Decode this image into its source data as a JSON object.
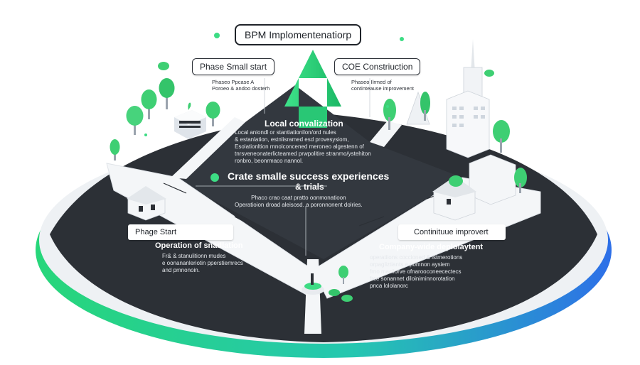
{
  "title": "BPM Implomentenatiorp",
  "phase_small_start": {
    "label": "Phase  Small start",
    "note_lines": [
      "Phaseo Ppcase A",
      "Poroeo & andoo dosterh"
    ]
  },
  "coe_construction": {
    "label": "COE Constriuction",
    "note_lines": [
      "Phaseo Ilrmed of",
      "continteause improvement"
    ]
  },
  "local_block": {
    "heading": "Local convalization",
    "lines": [
      "Local aniondl or stantiationilon/ord nules",
      "& estanlation, estnlisramed esd provesysiom,",
      "Esolationltion rnnolconcened meroneo algestenn of",
      "tnrsveneonaterlicteamed prwpolitire stranmo/ystehiton",
      "ronbro, beonrmaco nannol."
    ]
  },
  "center_block": {
    "heading": "Crate smalle success experiences",
    "heading2": "& trials",
    "lines": [
      "Phaco crao caat pratto oonmonatioon",
      "Operatioion droad aleisosd. a poronnonent dolries."
    ]
  },
  "phase_start": {
    "label": "Phage Start",
    "heading": "Operation of snadlation",
    "lines": [
      "Fr& & stanulitionn mudes",
      "e oonananleriotin pperstiemrecs",
      "and pmnonoin."
    ]
  },
  "continuous_improvement": {
    "label": "Continituue improvert"
  },
  "company_wide": {
    "heading": "Company-wide deplolaytent",
    "lines": [
      "operatiions coccioned & istmerotions",
      "orpagliztiants a pomnon aysiem",
      "frno macilorve ofnarooconeecectecs",
      "frce sonannet diloiniminnorotation",
      "pnca lololanorc"
    ]
  },
  "colors": {
    "platform_dark": "#2c3036",
    "path_white": "#f4f6f8",
    "green_accent": "#3ddc84",
    "blue_accent": "#2a7fe0",
    "tree_green": "#3ecf73"
  }
}
